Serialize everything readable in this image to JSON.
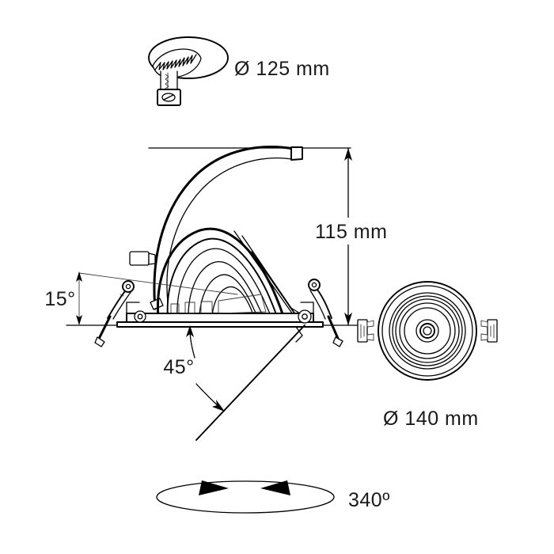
{
  "drawing": {
    "title": "Recessed adjustable downlight — dimensioned technical drawing",
    "background_color": "#ffffff",
    "line_color": "#000000",
    "text_color": "#1a1a1a"
  },
  "annotations": {
    "cutout_diameter": "Ø 125 mm",
    "height": "115 mm",
    "tilt_back_angle": "15°",
    "tilt_angle": "45°",
    "outer_diameter": "Ø 140 mm",
    "rotation": "340º"
  },
  "views": {
    "cutout_view": {
      "name": "ceiling-cutout-detail",
      "description": "Ellipse representing the ceiling cut hole with jigsaw cutting it"
    },
    "side_view": {
      "name": "side-elevation",
      "description": "Side elevation of the gimbal downlight with spring clips and ceiling line"
    },
    "front_view": {
      "name": "front-elevation",
      "description": "Front view of circular trim with concentric reflector rings and two spring clips"
    },
    "rotation_view": {
      "name": "rotation-indicator",
      "description": "Flat ellipse with two opposing arrowheads indicating horizontal rotation"
    }
  }
}
